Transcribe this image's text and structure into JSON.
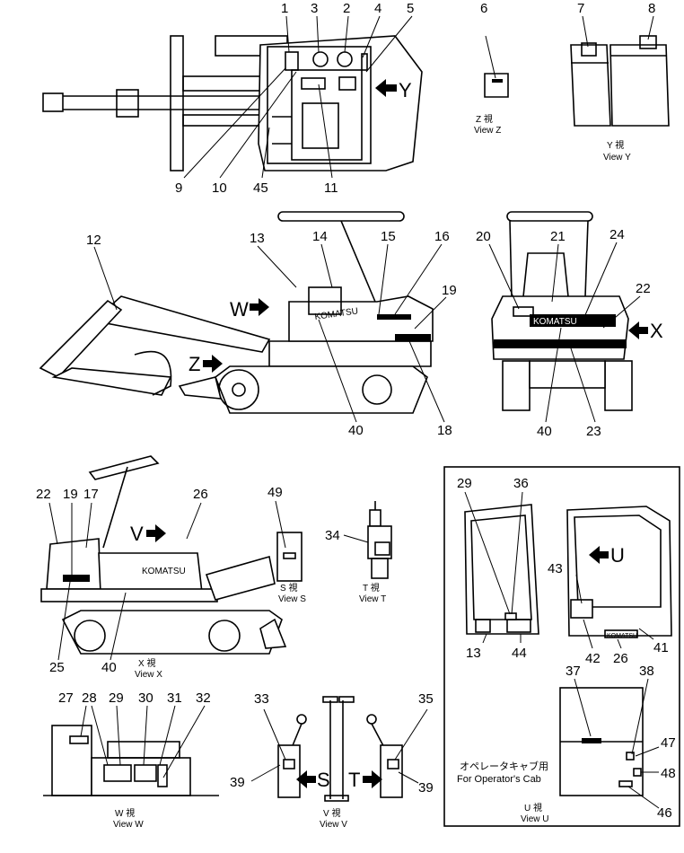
{
  "callouts": {
    "c1": "1",
    "c2": "2",
    "c3": "3",
    "c4": "4",
    "c5": "5",
    "c6": "6",
    "c7": "7",
    "c8": "8",
    "c9": "9",
    "c10": "10",
    "c11": "11",
    "c12": "12",
    "c13": "13",
    "c14": "14",
    "c15": "15",
    "c16": "16",
    "c17": "17",
    "c18": "18",
    "c19": "19",
    "c20": "20",
    "c21": "21",
    "c22": "22",
    "c23": "23",
    "c24": "24",
    "c25": "25",
    "c26": "26",
    "c27": "27",
    "c28": "28",
    "c29": "29",
    "c30": "30",
    "c31": "31",
    "c32": "32",
    "c33": "33",
    "c34": "34",
    "c35": "35",
    "c36": "36",
    "c37": "37",
    "c38": "38",
    "c39": "39",
    "c40": "40",
    "c41": "41",
    "c42": "42",
    "c43": "43",
    "c44": "44",
    "c45": "45",
    "c46": "46",
    "c47": "47",
    "c48": "48",
    "c49": "49"
  },
  "arrows": {
    "y": "Y",
    "w": "W",
    "z": "Z",
    "x": "X",
    "v": "V",
    "s": "S",
    "t": "T",
    "u": "U"
  },
  "views": {
    "z_jp": "Z 視",
    "z": "View Z",
    "y_jp": "Y 視",
    "y": "View Y",
    "s_jp": "S 視",
    "s": "View S",
    "t_jp": "T 視",
    "t": "View T",
    "x_jp": "X 視",
    "x": "View X",
    "w_jp": "W 視",
    "w": "View W",
    "v_jp": "V 視",
    "v": "View V",
    "u_jp": "U 視",
    "u": "View U"
  },
  "cab_note": {
    "jp": "オペレータキャブ用",
    "en": "For Operator's Cab"
  },
  "decals": {
    "komatsu": "KOMATSU"
  }
}
